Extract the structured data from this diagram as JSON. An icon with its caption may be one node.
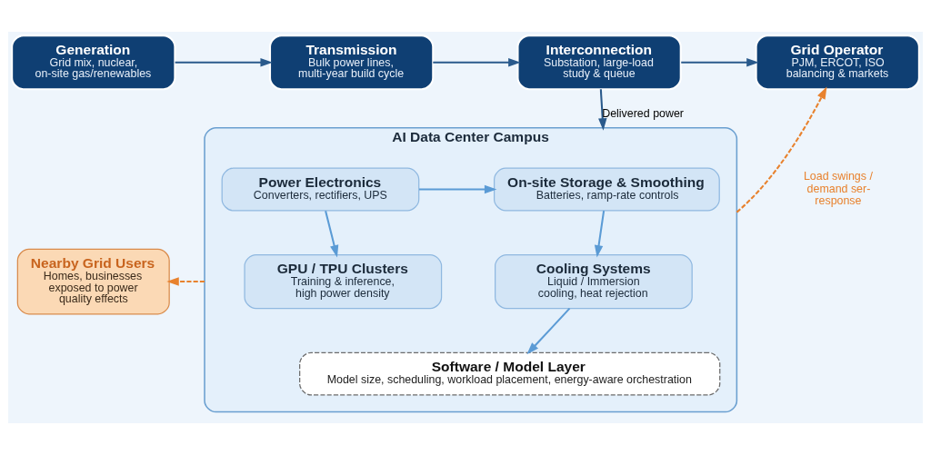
{
  "diagram": {
    "nodes": [
      {
        "text": [
          "Generation",
          "Grid mix, nuclear, on-site gas/renewables"
        ]
      },
      {
        "text": [
          "Transmission",
          "Bulk power lines, multi-year build cycle"
        ]
      },
      {
        "text": [
          "Interconnection",
          "Substation, large-load study & queue"
        ]
      },
      {
        "text": [
          "Grid Operator",
          "PJM, ERCOT, ISO balancing & markets"
        ]
      },
      {
        "text": [
          "AI Data Center Campus"
        ]
      },
      {
        "text": [
          "Power Electronics",
          "Converters, rectifiers, UPS"
        ],
        "in": 4
      },
      {
        "text": [
          "On-site Storage & Smoothing",
          "Batteries, ramp-rate controls"
        ],
        "in": 4
      },
      {
        "text": [
          "GPU / TPU Clusters",
          "Training & inference, high power density"
        ],
        "in": 4
      },
      {
        "text": [
          "Cooling Systems",
          "Liquid / Immersion cooling, heat rejection"
        ],
        "in": 4
      },
      {
        "text": [
          "Software / Model Layer",
          "Model size, scheduling, workload placement, energy-aware orchestration"
        ],
        "in": 4
      },
      {
        "text": [
          "Nearby Grid Users",
          "Homes, businesses exposed to power quality effects"
        ]
      }
    ],
    "edges": [
      {
        "from": 0,
        "to": 1,
        "arrow": "to"
      },
      {
        "from": 1,
        "to": 2,
        "arrow": "to"
      },
      {
        "from": 2,
        "to": 3,
        "arrow": "to"
      },
      {
        "from": 2,
        "to": 4,
        "arrow": "to",
        "label": "Delivered power"
      },
      {
        "from": 5,
        "to": 6,
        "arrow": "to",
        "color": "#5b9bd5"
      },
      {
        "from": 5,
        "to": 7,
        "arrow": "to",
        "color": "#5b9bd5"
      },
      {
        "from": 6,
        "to": 8,
        "arrow": "to",
        "color": "#5b9bd5"
      },
      {
        "from": 8,
        "to": 9,
        "arrow": "to",
        "color": "#5b9bd5"
      },
      {
        "from": 4,
        "to": 3,
        "arrow": "to",
        "style": "dashed",
        "color": "#e8822e",
        "label": "Load swings / demand ser- response"
      },
      {
        "from": 4,
        "to": 10,
        "arrow": "to",
        "style": "dashed",
        "color": "#e8822e"
      }
    ]
  }
}
